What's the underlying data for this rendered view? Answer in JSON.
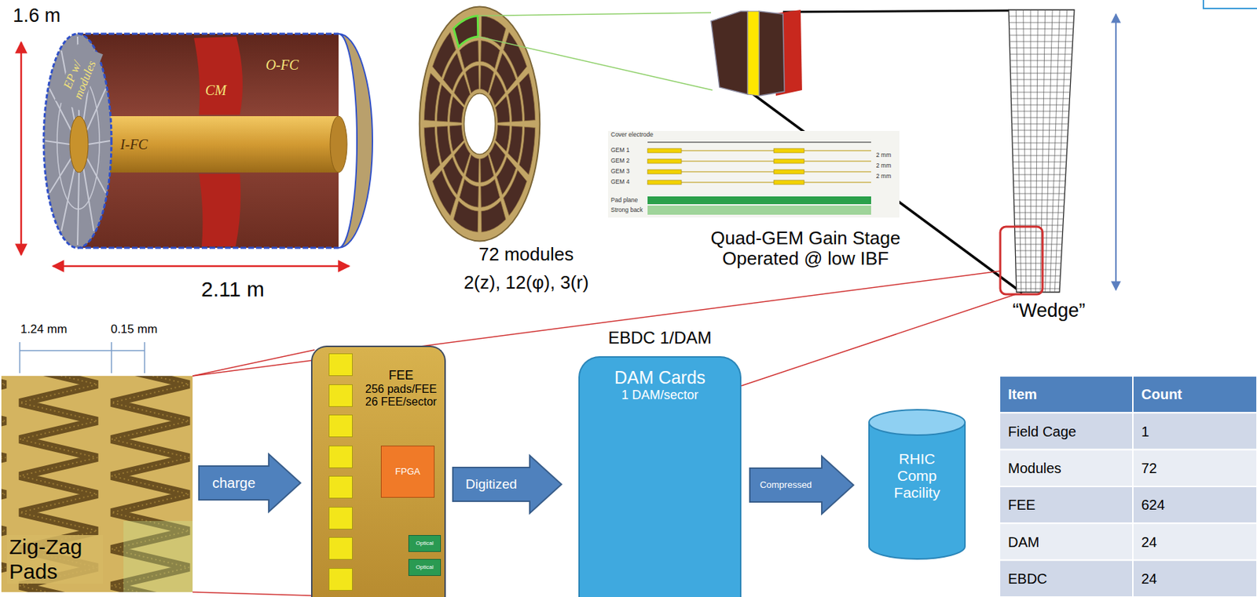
{
  "diagram": {
    "nodes": [
      {
        "text": [
          "Zig-Zag Pads"
        ]
      },
      {
        "text": [
          "FEE",
          "256 pads/FEE",
          "26 FEE/sector"
        ]
      },
      {
        "text": [
          "FPGA"
        ],
        "in": 1
      },
      {
        "text": [
          "Optical"
        ],
        "in": 1
      },
      {
        "text": [
          "Optical"
        ],
        "in": 1
      },
      {
        "text": [
          "EBDC 1/DAM",
          "DAM Cards",
          "1 DAM/sector"
        ]
      },
      {
        "text": [
          "RHIC Comp Facility"
        ]
      }
    ],
    "edges": [
      {
        "from": 0,
        "to": 1,
        "arrow": "to",
        "label": "charge"
      },
      {
        "from": 1,
        "to": 5,
        "arrow": "to",
        "label": "Digitized"
      },
      {
        "from": 5,
        "to": 6,
        "arrow": "to",
        "label": "Compressed"
      }
    ],
    "labels": [
      "1.6 m",
      "2.11 m",
      "EP w/ modules",
      "CM",
      "O-FC",
      "I-FC",
      "72 modules",
      "2(z), 12(φ), 3(r)",
      "Cover electrode",
      "GEM 1",
      "GEM 2",
      "GEM 3",
      "GEM 4",
      "Pad plane",
      "Strong back",
      "2 mm",
      "2 mm",
      "2 mm",
      "Quad-GEM Gain Stage Operated @ low IBF",
      "“Wedge”",
      "1.24 mm",
      "0.15 mm",
      "Item",
      "Count",
      "Field Cage",
      "1",
      "Modules",
      "72",
      "FEE",
      "624",
      "DAM",
      "24",
      "EBDC",
      "24"
    ]
  }
}
